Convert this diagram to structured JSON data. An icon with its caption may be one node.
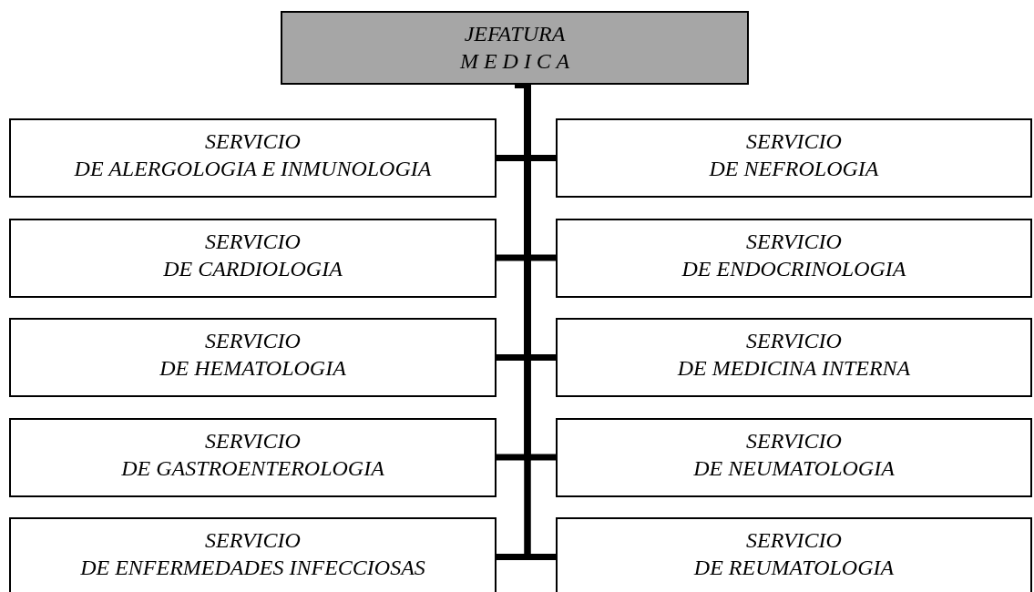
{
  "diagram": {
    "nodes": [
      {
        "text": [
          "JEFATURA",
          "M E D I C A"
        ]
      },
      {
        "text": [
          "SERVICIO",
          "DE ALERGOLOGIA E INMUNOLOGIA"
        ]
      },
      {
        "text": [
          "SERVICIO",
          "DE NEFROLOGIA"
        ]
      },
      {
        "text": [
          "SERVICIO",
          "DE CARDIOLOGIA"
        ]
      },
      {
        "text": [
          "SERVICIO",
          "DE ENDOCRINOLOGIA"
        ]
      },
      {
        "text": [
          "SERVICIO",
          "DE HEMATOLOGIA"
        ]
      },
      {
        "text": [
          "SERVICIO",
          "DE MEDICINA INTERNA"
        ]
      },
      {
        "text": [
          "SERVICIO",
          "DE GASTROENTEROLOGIA"
        ]
      },
      {
        "text": [
          "SERVICIO",
          "DE NEUMATOLOGIA"
        ]
      },
      {
        "text": [
          "SERVICIO",
          "DE ENFERMEDADES INFECCIOSAS"
        ]
      },
      {
        "text": [
          "SERVICIO",
          "DE REUMATOLOGIA"
        ]
      }
    ],
    "edges": [
      {
        "from": 0,
        "to": 1,
        "arrow": "none"
      },
      {
        "from": 0,
        "to": 2,
        "arrow": "none"
      },
      {
        "from": 0,
        "to": 3,
        "arrow": "none"
      },
      {
        "from": 0,
        "to": 4,
        "arrow": "none"
      },
      {
        "from": 0,
        "to": 5,
        "arrow": "none"
      },
      {
        "from": 0,
        "to": 6,
        "arrow": "none"
      },
      {
        "from": 0,
        "to": 7,
        "arrow": "none"
      },
      {
        "from": 0,
        "to": 8,
        "arrow": "none"
      },
      {
        "from": 0,
        "to": 9,
        "arrow": "none"
      },
      {
        "from": 0,
        "to": 10,
        "arrow": "none"
      }
    ]
  }
}
